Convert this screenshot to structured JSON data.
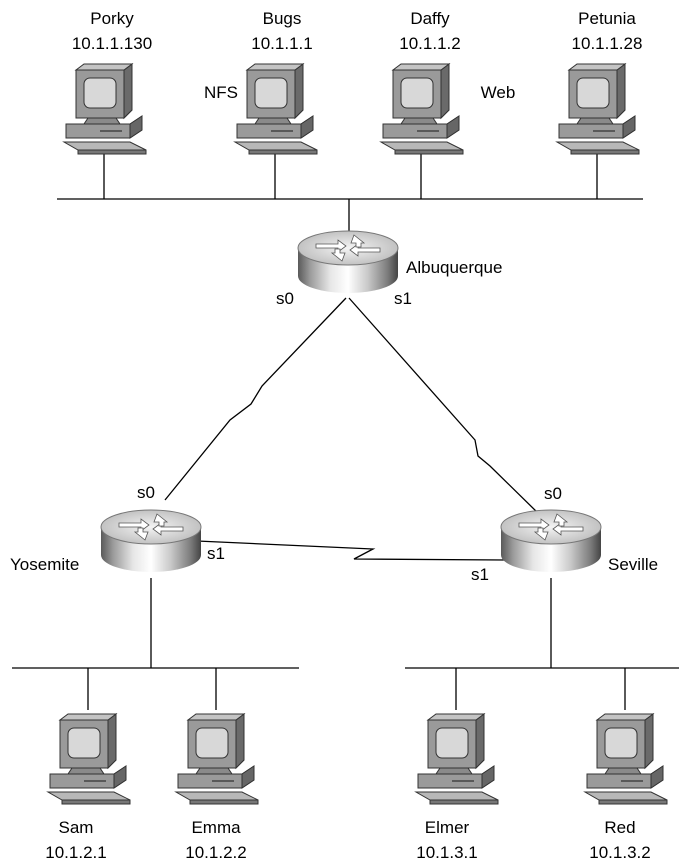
{
  "hosts": {
    "porky": {
      "name": "Porky",
      "ip": "10.1.1.130"
    },
    "bugs": {
      "name": "Bugs",
      "ip": "10.1.1.1",
      "role": "NFS"
    },
    "daffy": {
      "name": "Daffy",
      "ip": "10.1.1.2",
      "role": "Web"
    },
    "petunia": {
      "name": "Petunia",
      "ip": "10.1.1.28"
    },
    "sam": {
      "name": "Sam",
      "ip": "10.1.2.1"
    },
    "emma": {
      "name": "Emma",
      "ip": "10.1.2.2"
    },
    "elmer": {
      "name": "Elmer",
      "ip": "10.1.3.1"
    },
    "red": {
      "name": "Red",
      "ip": "10.1.3.2"
    }
  },
  "routers": {
    "albuquerque": {
      "name": "Albuquerque",
      "s0": "s0",
      "s1": "s1"
    },
    "yosemite": {
      "name": "Yosemite",
      "s0": "s0",
      "s1": "s1"
    },
    "seville": {
      "name": "Seville",
      "s0": "s0",
      "s1": "s1"
    }
  }
}
